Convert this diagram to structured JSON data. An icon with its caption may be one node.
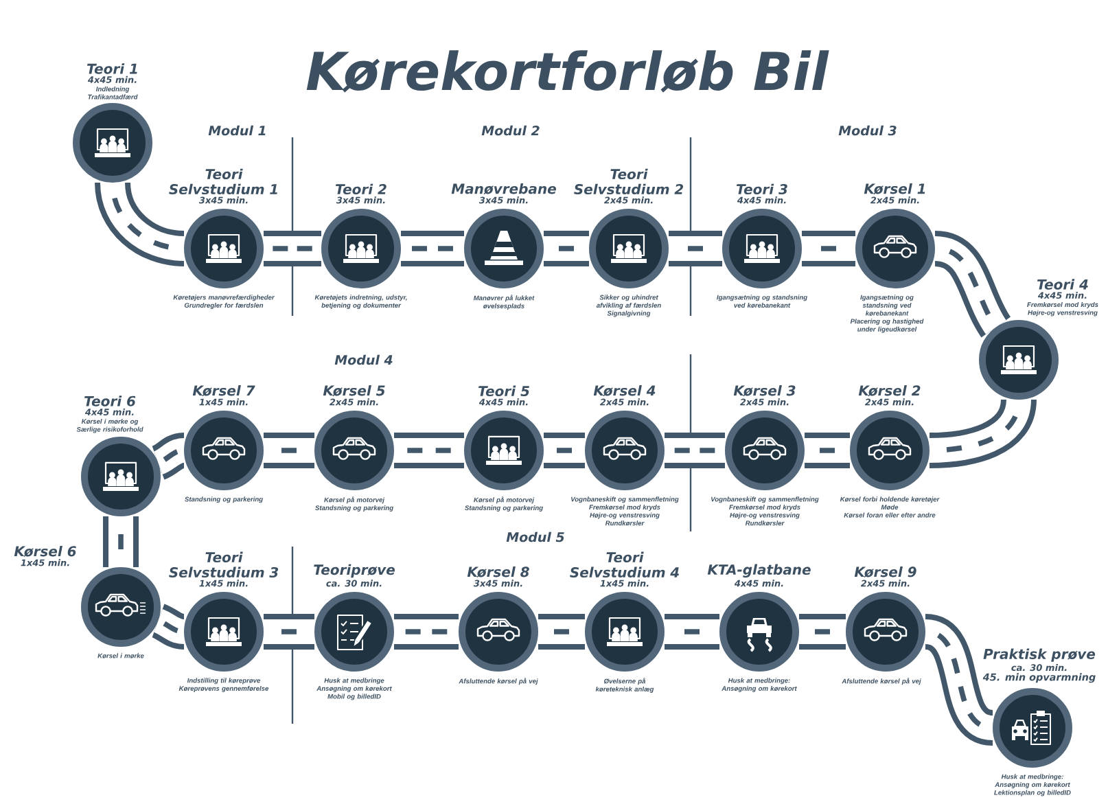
{
  "diagram": {
    "title": "Kørekortforløb Bil",
    "nodes": [
      {
        "text": [
          "Teori 1",
          "4x45 min."
        ],
        "beside": [
          "Indledning",
          "Trafikantadfærd"
        ]
      },
      {
        "text": [
          "Teori Selvstudium 1",
          "3x45 min."
        ],
        "beside": [
          "Køretøjers manøvrefærdigheder",
          "Grundregler for færdslen"
        ]
      },
      {
        "text": [
          "Teori 2",
          "3x45 min."
        ],
        "beside": [
          "Køretøjets indretning, udstyr, betjening og dokumenter"
        ]
      },
      {
        "text": [
          "Manøvrebane",
          "3x45 min."
        ],
        "beside": [
          "Manøvrer på lukket øvelsesplads"
        ]
      },
      {
        "text": [
          "Teori Selvstudium 2",
          "2x45 min."
        ],
        "beside": [
          "Sikker og uhindret afvikling af færdslen",
          "Signalgivning"
        ]
      },
      {
        "text": [
          "Teori 3",
          "4x45 min."
        ],
        "beside": [
          "Igangsætning og standsning ved kørebanekant"
        ]
      },
      {
        "text": [
          "Kørsel 1",
          "2x45 min."
        ],
        "beside": [
          "Igangsætning og standsning ved kørebanekant",
          "Placering og hastighed under ligeudkørsel"
        ]
      },
      {
        "text": [
          "Teori 4",
          "4x45 min."
        ],
        "beside": [
          "Fremkørsel mod kryds",
          "Højre-og venstresving"
        ]
      },
      {
        "text": [
          "Kørsel 2",
          "2x45 min."
        ],
        "beside": [
          "Kørsel forbi holdende køretøjer",
          "Møde",
          "Kørsel foran eller efter andre"
        ]
      },
      {
        "text": [
          "Kørsel 3",
          "2x45 min."
        ],
        "beside": [
          "Vognbaneskift og sammenfletning",
          "Fremkørsel mod kryds",
          "Højre-og venstresving",
          "Rundkørsler"
        ]
      },
      {
        "text": [
          "Kørsel 4",
          "2x45 min."
        ],
        "beside": [
          "Vognbaneskift og sammenfletning",
          "Fremkørsel mod kryds",
          "Højre-og venstresving",
          "Rundkørsler"
        ]
      },
      {
        "text": [
          "Teori 5",
          "4x45 min."
        ],
        "beside": [
          "Kørsel på motorvej",
          "Standsning og parkering"
        ]
      },
      {
        "text": [
          "Kørsel 5",
          "2x45 min."
        ],
        "beside": [
          "Kørsel på motorvej",
          "Standsning og parkering"
        ]
      },
      {
        "text": [
          "Kørsel 7",
          "1x45 min."
        ],
        "beside": [
          "Standsning og parkering"
        ]
      },
      {
        "text": [
          "Teori 6",
          "4x45 min."
        ],
        "beside": [
          "Kørsel i mørke og Særlige risikoforhold"
        ]
      },
      {
        "text": [
          "Kørsel 6",
          "1x45 min."
        ],
        "beside": [
          "Kørsel i mørke"
        ]
      },
      {
        "text": [
          "Teori Selvstudium 3",
          "1x45 min."
        ],
        "beside": [
          "Indstilling til køreprøve",
          "Køreprøvens gennemførelse"
        ]
      },
      {
        "text": [
          "Teoriprøve",
          "ca. 30 min."
        ],
        "beside": [
          "Husk at medbringe",
          "Ansøgning om kørekort",
          "Mobil og billedID"
        ]
      },
      {
        "text": [
          "Kørsel 8",
          "3x45 min."
        ],
        "beside": [
          "Afsluttende kørsel på vej"
        ]
      },
      {
        "text": [
          "Teori Selvstudium 4",
          "1x45 min."
        ],
        "beside": [
          "Øvelserne på køreteknisk anlæg"
        ]
      },
      {
        "text": [
          "KTA-glatbane",
          "4x45 min."
        ],
        "beside": [
          "Husk at medbringe:",
          "Ansøgning om kørekort"
        ]
      },
      {
        "text": [
          "Kørsel 9",
          "2x45 min."
        ],
        "beside": [
          "Afsluttende kørsel på vej"
        ]
      },
      {
        "text": [
          "Praktisk prøve",
          "ca. 30 min.",
          "45. min opvarmning"
        ],
        "beside": [
          "Husk at medbringe:",
          "Ansøgning om kørekort",
          "Lektionsplan og billedID"
        ]
      }
    ],
    "edges": [
      {
        "from": 0,
        "to": 1,
        "arrow": "none"
      },
      {
        "from": 1,
        "to": 2,
        "arrow": "none"
      },
      {
        "from": 2,
        "to": 3,
        "arrow": "none"
      },
      {
        "from": 3,
        "to": 4,
        "arrow": "none"
      },
      {
        "from": 4,
        "to": 5,
        "arrow": "none"
      },
      {
        "from": 5,
        "to": 6,
        "arrow": "none"
      },
      {
        "from": 6,
        "to": 7,
        "arrow": "none"
      },
      {
        "from": 7,
        "to": 8,
        "arrow": "none"
      },
      {
        "from": 8,
        "to": 9,
        "arrow": "none"
      },
      {
        "from": 9,
        "to": 10,
        "arrow": "none"
      },
      {
        "from": 10,
        "to": 11,
        "arrow": "none"
      },
      {
        "from": 11,
        "to": 12,
        "arrow": "none"
      },
      {
        "from": 12,
        "to": 13,
        "arrow": "none"
      },
      {
        "from": 13,
        "to": 14,
        "arrow": "none"
      },
      {
        "from": 14,
        "to": 15,
        "arrow": "none"
      },
      {
        "from": 15,
        "to": 16,
        "arrow": "none"
      },
      {
        "from": 16,
        "to": 17,
        "arrow": "none"
      },
      {
        "from": 17,
        "to": 18,
        "arrow": "none"
      },
      {
        "from": 18,
        "to": 19,
        "arrow": "none"
      },
      {
        "from": 19,
        "to": 20,
        "arrow": "none"
      },
      {
        "from": 20,
        "to": 21,
        "arrow": "none"
      },
      {
        "from": 21,
        "to": 22,
        "arrow": "none"
      }
    ],
    "labels": [
      "Modul 1",
      "Modul 2",
      "Modul 3",
      "Modul 4",
      "Modul 5"
    ]
  }
}
